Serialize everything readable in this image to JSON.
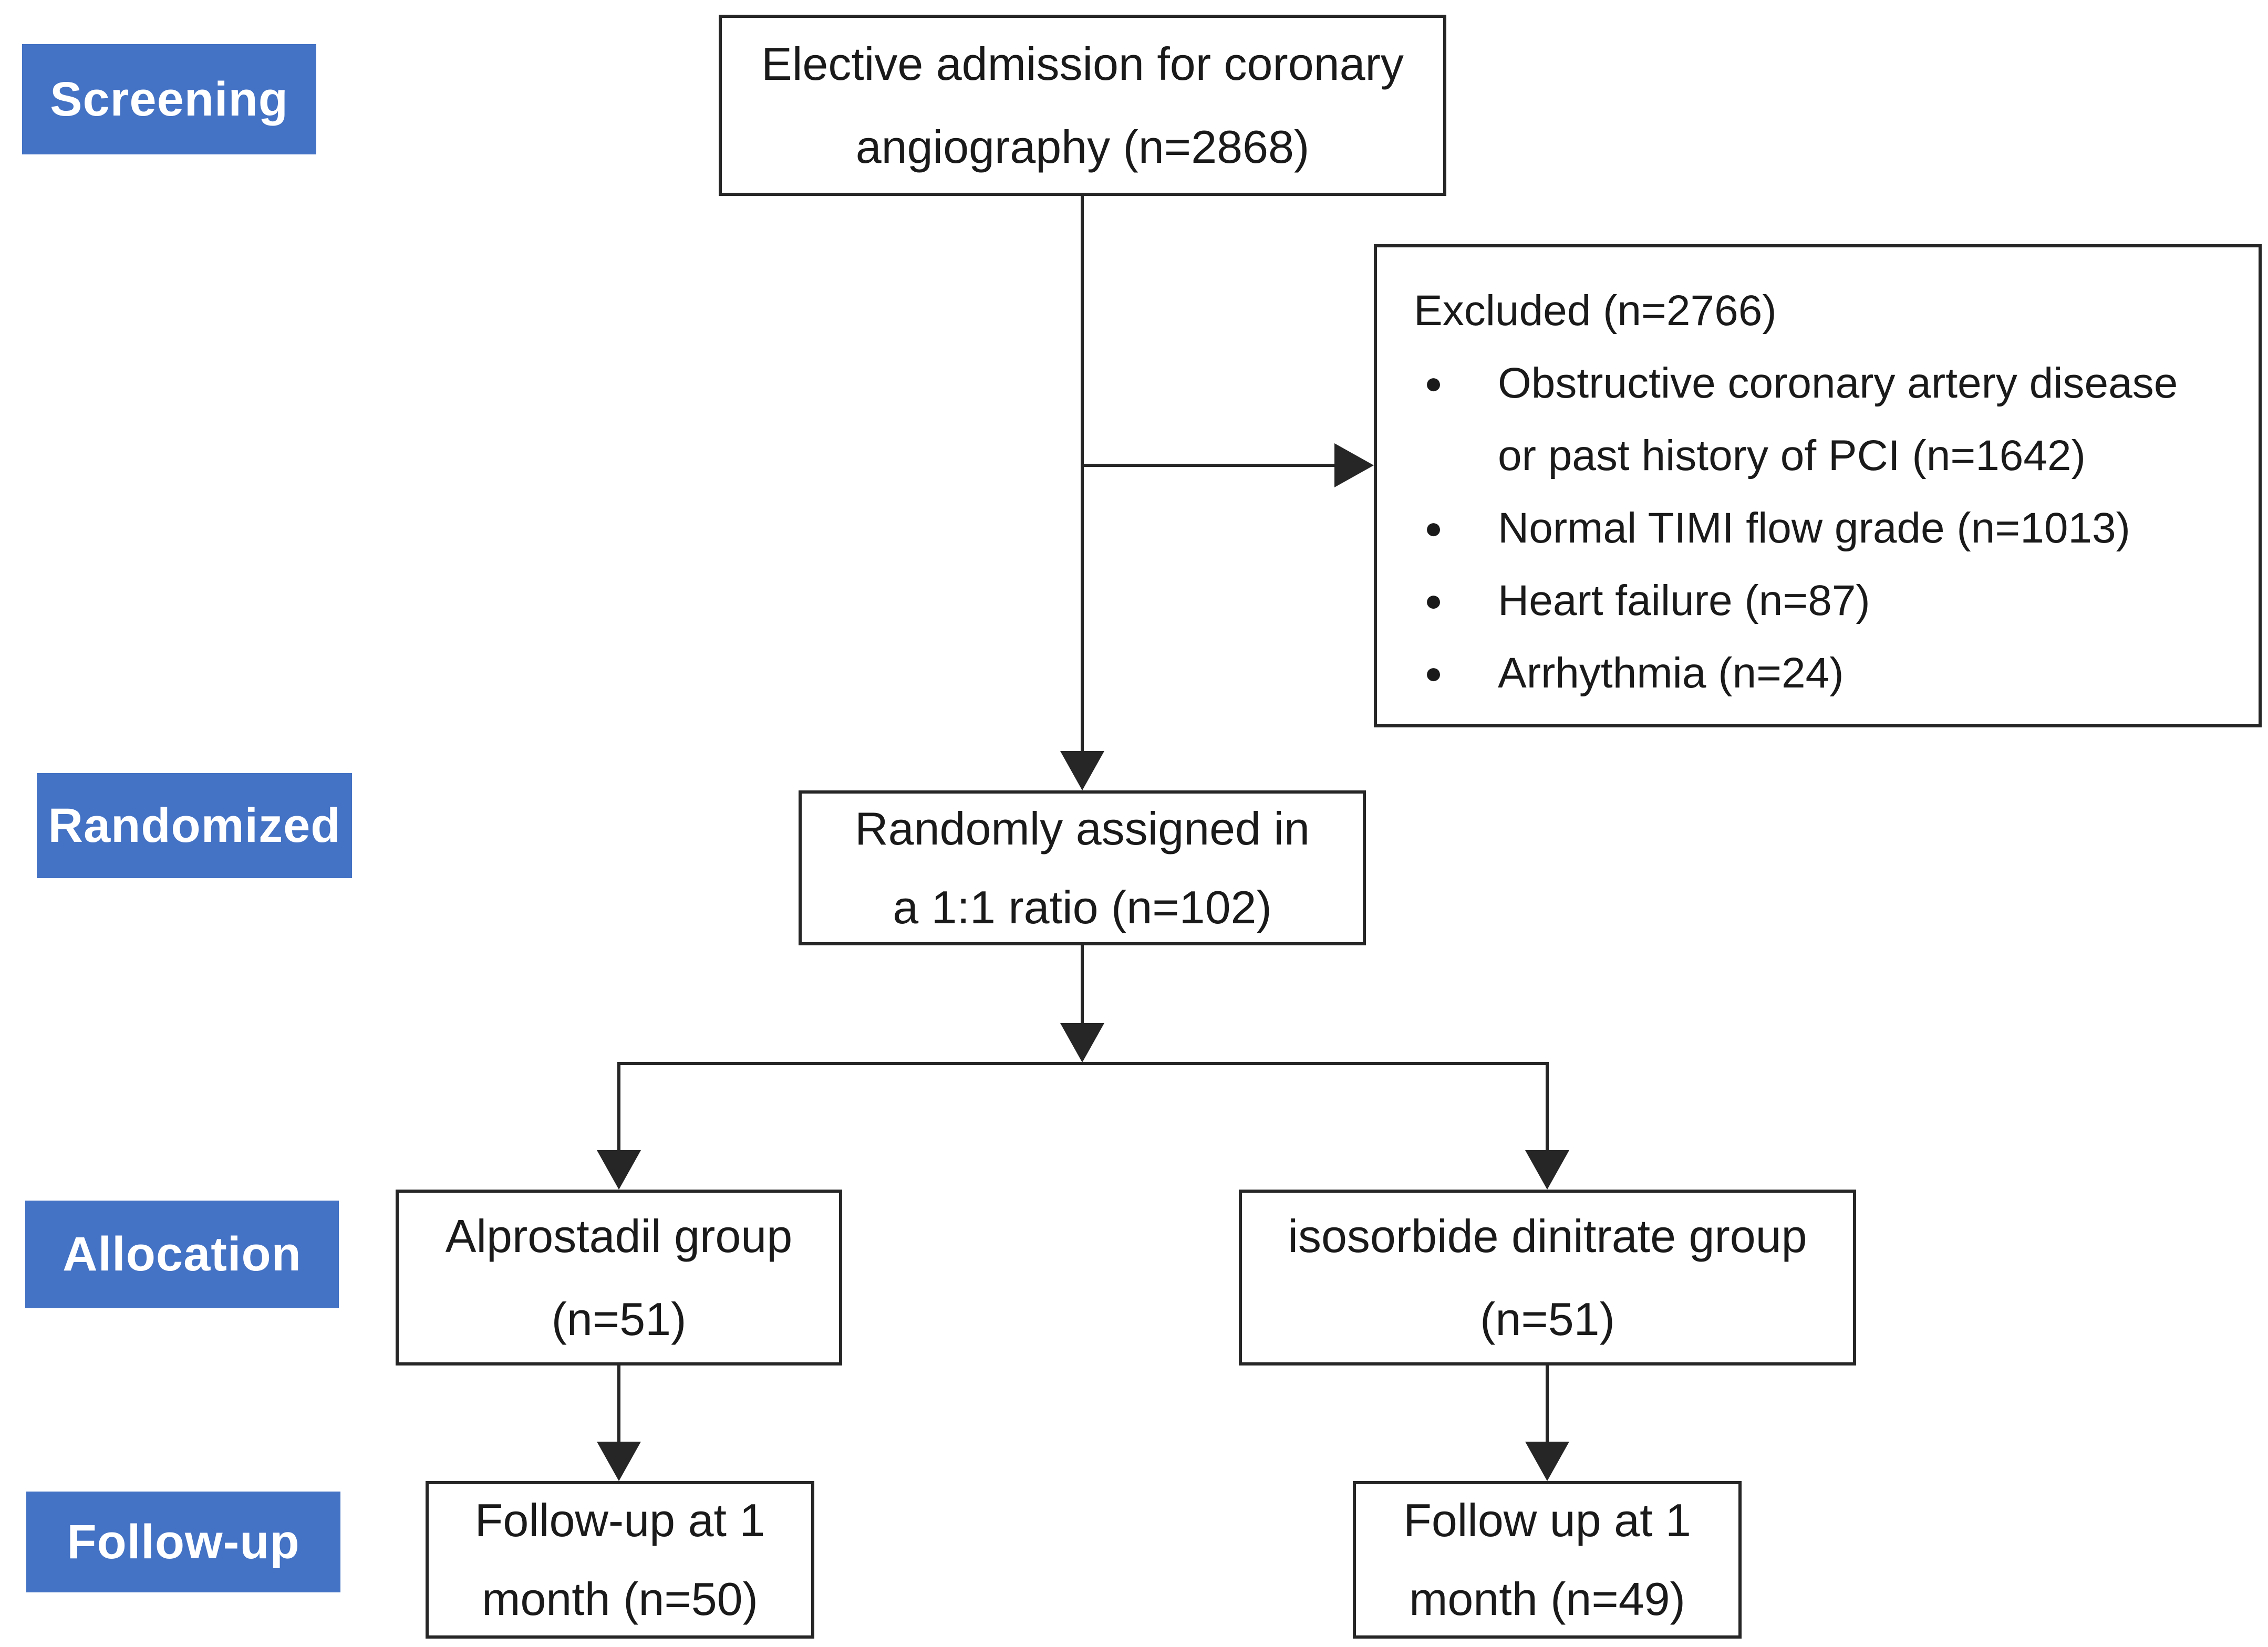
{
  "colors": {
    "accent-blue": "#4472C4",
    "label-text": "#FFFFFF",
    "box-border": "#262626",
    "box-text": "#1A1A1A",
    "line-color": "#262626",
    "background": "#FFFFFF"
  },
  "stage_labels": {
    "screening": "Screening",
    "randomized": "Randomized",
    "allocation": "Allocation",
    "followup": "Follow-up"
  },
  "flow": {
    "admission": {
      "lines": [
        "Elective admission for coronary",
        "angiography (n=2868)"
      ]
    },
    "randomized": {
      "lines": [
        "Randomly assigned in",
        "a 1:1 ratio (n=102)"
      ]
    },
    "alloc_left": {
      "lines": [
        "Alprostadil group",
        "(n=51)"
      ]
    },
    "alloc_right": {
      "lines": [
        "isosorbide dinitrate group",
        "(n=51)"
      ]
    },
    "follow_left": {
      "lines": [
        "Follow-up at 1",
        "month (n=50)"
      ]
    },
    "follow_right": {
      "lines": [
        "Follow up at 1",
        "month (n=49)"
      ]
    }
  },
  "excluded": {
    "title": "Excluded (n=2766)",
    "rows": [
      {
        "bullet": "●",
        "text": "Obstructive coronary artery disease"
      },
      {
        "bullet": "",
        "text": "or past history of PCI (n=1642)"
      },
      {
        "bullet": "●",
        "text": "Normal TIMI flow grade (n=1013)"
      },
      {
        "bullet": "●",
        "text": "Heart failure (n=87)"
      },
      {
        "bullet": "●",
        "text": "Arrhythmia (n=24)"
      }
    ]
  }
}
